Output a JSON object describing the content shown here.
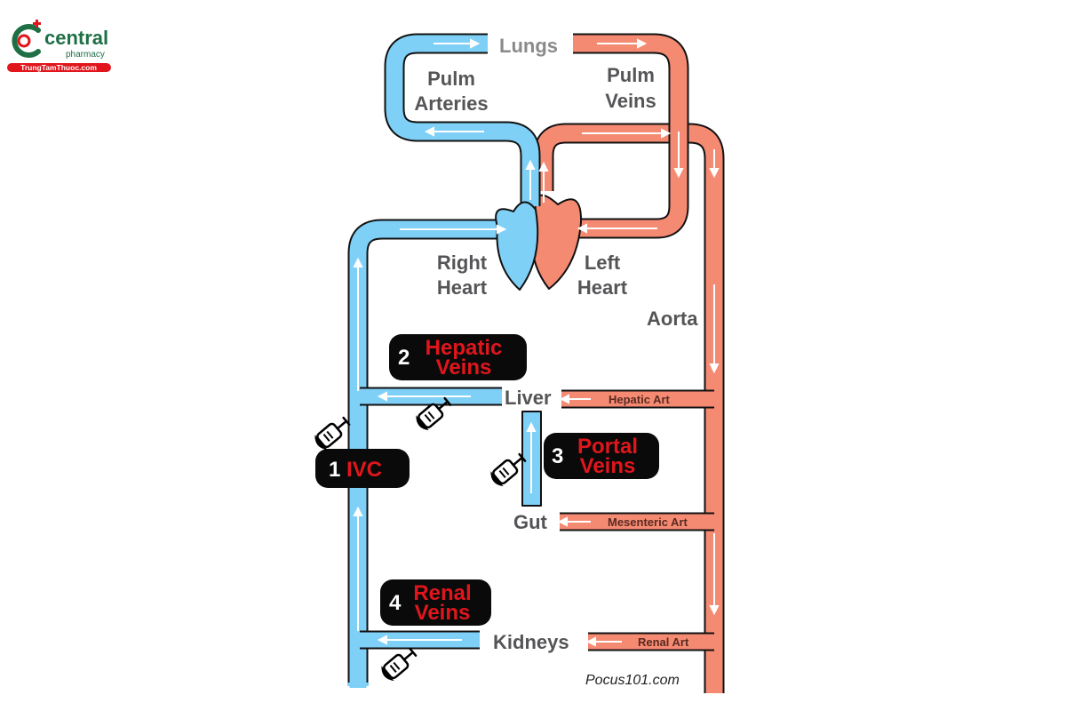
{
  "logo": {
    "word": "central",
    "sub": "pharmacy",
    "bar": "TrungTamThuoc.com",
    "colors": {
      "green": "#1f6f45",
      "red": "#e0161c"
    }
  },
  "labels": {
    "lungs": "Lungs",
    "pulm_arteries_1": "Pulm",
    "pulm_arteries_2": "Arteries",
    "pulm_veins_1": "Pulm",
    "pulm_veins_2": "Veins",
    "right_heart_1": "Right",
    "right_heart_2": "Heart",
    "left_heart_1": "Left",
    "left_heart_2": "Heart",
    "aorta": "Aorta",
    "liver": "Liver",
    "gut": "Gut",
    "kidneys": "Kidneys",
    "hepatic_art": "Hepatic Art",
    "mesenteric_art": "Mesenteric Art",
    "renal_art": "Renal Art"
  },
  "badges": [
    {
      "num": "1",
      "line1": "IVC",
      "line2": ""
    },
    {
      "num": "2",
      "line1": "Hepatic",
      "line2": "Veins"
    },
    {
      "num": "3",
      "line1": "Portal",
      "line2": "Veins"
    },
    {
      "num": "4",
      "line1": "Renal",
      "line2": "Veins"
    }
  ],
  "credit": "Pocus101.com",
  "colors": {
    "venous": "#7fd0f7",
    "arterial": "#f58a72",
    "outline": "#111111",
    "badge_bg": "#0a0a0a",
    "badge_text": "#e0161c"
  },
  "icons": [
    "ultrasound-probe-icon"
  ]
}
